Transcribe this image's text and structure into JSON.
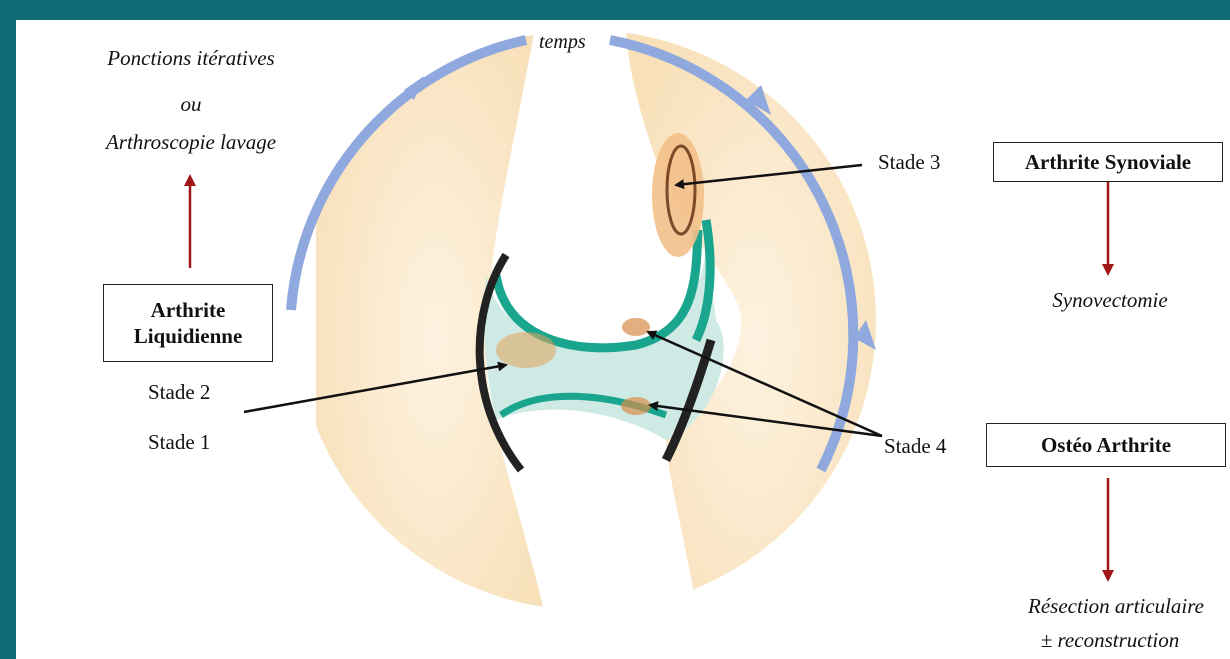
{
  "time_label": "temps",
  "left_treatment": {
    "line1": "Ponctions itératives",
    "line2": "ou",
    "line3": "Arthroscopie lavage"
  },
  "box_liquidienne": {
    "line1": "Arthrite",
    "line2": "Liquidienne"
  },
  "stade_labels": {
    "stade1": "Stade 1",
    "stade2": "Stade 2",
    "stade3": "Stade 3",
    "stade4": "Stade 4"
  },
  "box_synoviale": "Arthrite Synoviale",
  "treatment_synoviale": "Synovectomie",
  "box_osteo": "Ostéo Arthrite",
  "treatment_osteo": {
    "line1": "Résection articulaire",
    "line2": "± reconstruction"
  },
  "colors": {
    "background": "#0e6a76",
    "time_arrow": "#8fa9de",
    "treatment_arrow": "#a01818",
    "cartilage": "#1aa58e",
    "joint_fluid": "#cfe9e4",
    "bone": "#fbe6c7"
  }
}
